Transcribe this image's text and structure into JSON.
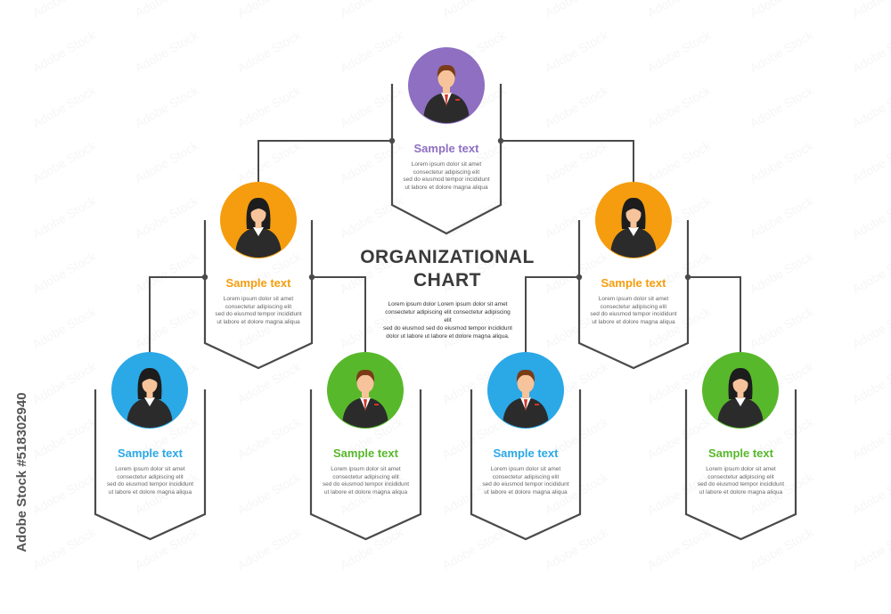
{
  "chart": {
    "title": "ORGANIZATIONAL\nCHART",
    "description": "Lorem ipsum dolor Lorem ipsum dolor sit amet\nconsectetur adipiscing elit consectetur adipiscing elit\nsed do eiusmod sed do eiusmod tempor incididunt\ndolor ut labore ut labore et dolore magna aliqua."
  },
  "colors": {
    "line": "#4a4a4a",
    "purple": "#8e6fc2",
    "orange": "#f59d0e",
    "blue": "#2ba8e6",
    "green": "#58b82b",
    "suit": "#2b2b2b",
    "skin": "#f7c39b",
    "hair_male": "#7a3b17",
    "hair_female": "#1d1d1d",
    "tie": "#d1362b"
  },
  "nodes": [
    {
      "id": "ceo",
      "title": "Sample text",
      "color": "purple",
      "gender": "male",
      "text": "Lorem ipsum dolor sit amet\nconsectetur adipiscing elit\nsed do eiusmod tempor incididunt\nut labore et dolore magna aliqua"
    },
    {
      "id": "manager-left",
      "title": "Sample text",
      "color": "orange",
      "gender": "female",
      "text": "Lorem ipsum dolor sit amet\nconsectetur adipiscing elit\nsed do eiusmod tempor incididunt\nut labore et dolore magna aliqua"
    },
    {
      "id": "manager-right",
      "title": "Sample text",
      "color": "orange",
      "gender": "female",
      "text": "Lorem ipsum dolor sit amet\nconsectetur adipiscing elit\nsed do eiusmod tempor incididunt\nut labore et dolore magna aliqua"
    },
    {
      "id": "staff-1",
      "title": "Sample text",
      "color": "blue",
      "gender": "female",
      "text": "Lorem ipsum dolor sit amet\nconsectetur adipiscing elit\nsed do eiusmod tempor incididunt\nut labore et dolore magna aliqua"
    },
    {
      "id": "staff-2",
      "title": "Sample text",
      "color": "green",
      "gender": "male",
      "text": "Lorem ipsum dolor sit amet\nconsectetur adipiscing elit\nsed do eiusmod tempor incididunt\nut labore et dolore magna aliqua"
    },
    {
      "id": "staff-3",
      "title": "Sample text",
      "color": "blue",
      "gender": "male",
      "text": "Lorem ipsum dolor sit amet\nconsectetur adipiscing elit\nsed do eiusmod tempor incididunt\nut labore et dolore magna aliqua"
    },
    {
      "id": "staff-4",
      "title": "Sample text",
      "color": "green",
      "gender": "female",
      "text": "Lorem ipsum dolor sit amet\nconsectetur adipiscing elit\nsed do eiusmod tempor incididunt\nut labore et dolore magna aliqua"
    }
  ],
  "edges": [
    {
      "from": "ceo",
      "to": "manager-left"
    },
    {
      "from": "ceo",
      "to": "manager-right"
    },
    {
      "from": "manager-left",
      "to": "staff-1"
    },
    {
      "from": "manager-left",
      "to": "staff-2"
    },
    {
      "from": "manager-right",
      "to": "staff-3"
    },
    {
      "from": "manager-right",
      "to": "staff-4"
    }
  ],
  "watermark": {
    "stock_id": "#518302940",
    "text": "Adobe Stock"
  }
}
